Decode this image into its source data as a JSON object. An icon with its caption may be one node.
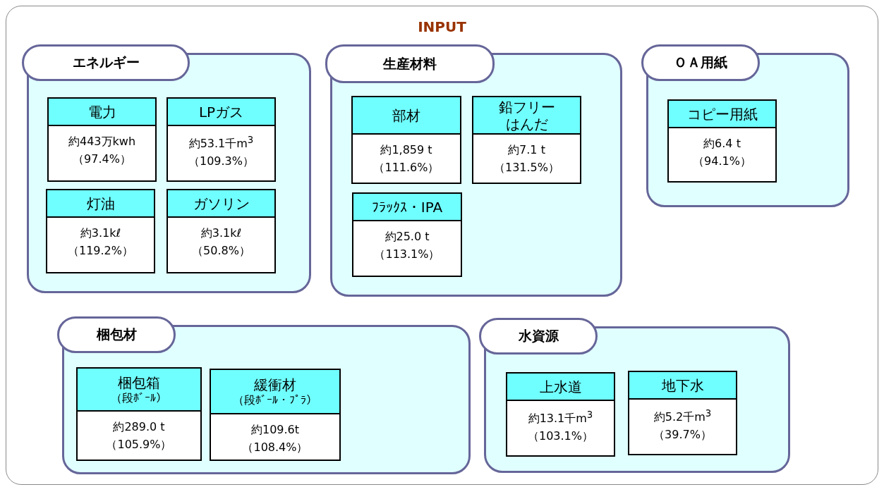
{
  "diagram": {
    "nodes": [
      {
        "text": [
          "INPUT"
        ]
      },
      {
        "text": [
          "エネルギー"
        ],
        "in": 0
      },
      {
        "text": [
          "電力",
          "約443万kwh",
          "（97.4%）"
        ],
        "in": 1
      },
      {
        "text": [
          "LPガス",
          "約53.1千m$^{3}$",
          "（109.3%）"
        ],
        "in": 1
      },
      {
        "text": [
          "灯油",
          "約3.1kℓ",
          "（119.2%）"
        ],
        "in": 1
      },
      {
        "text": [
          "ガソリン",
          "約3.1kℓ",
          "（50.8%）"
        ],
        "in": 1
      },
      {
        "text": [
          "生産材料"
        ],
        "in": 0
      },
      {
        "text": [
          "部材",
          "約1,859 t",
          "（111.6%）"
        ],
        "in": 6
      },
      {
        "text": [
          "鉛フリーはんだ",
          "約7.1 t",
          "（131.5%）"
        ],
        "in": 6
      },
      {
        "text": [
          "ﾌﾗｯｸｽ・IPA",
          "約25.0 t",
          "（113.1%）"
        ],
        "in": 6
      },
      {
        "text": [
          "ＯＡ用紙"
        ],
        "in": 0
      },
      {
        "text": [
          "コピー用紙",
          "約6.4 t",
          "（94.1%）"
        ],
        "in": 10
      },
      {
        "text": [
          "梱包材"
        ],
        "in": 0
      },
      {
        "text": [
          "梱包箱",
          "（段ﾎﾞｰﾙ）",
          "約289.0 t",
          "（105.9%）"
        ],
        "in": 12
      },
      {
        "text": [
          "緩衝材",
          "（段ﾎﾞｰﾙ・ﾌﾟﾗ）",
          "約109.6t",
          "（108.4%）"
        ],
        "in": 12
      },
      {
        "text": [
          "水資源"
        ],
        "in": 0
      },
      {
        "text": [
          "上水道",
          "約13.1千m$^{3}$",
          "（103.1%）"
        ],
        "in": 15
      },
      {
        "text": [
          "地下水",
          "約5.2千m$^{3}$",
          "（39.7%）"
        ],
        "in": 15
      }
    ]
  }
}
